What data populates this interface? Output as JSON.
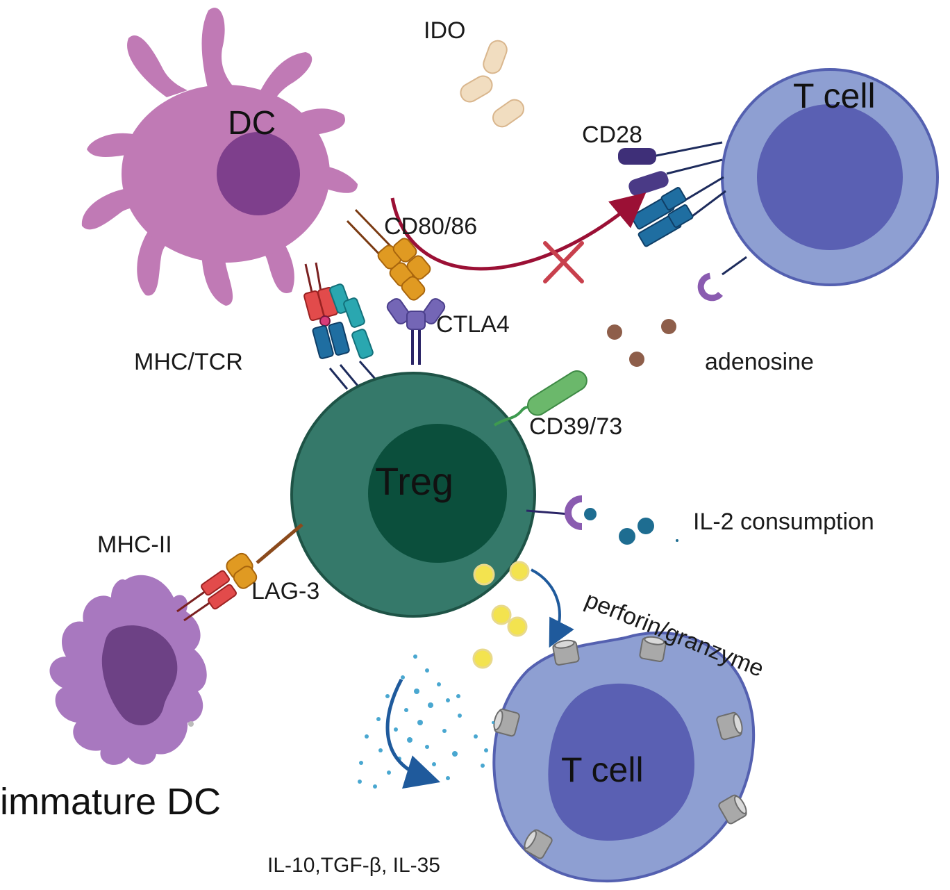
{
  "labels": {
    "ido": "IDO",
    "dc": "DC",
    "t_cell_top": "T cell",
    "cd28": "CD28",
    "cd80_86": "CD80/86",
    "ctla4": "CTLA4",
    "mhc_tcr": "MHC/TCR",
    "adenosine": "adenosine",
    "cd39_73": "CD39/73",
    "treg": "Treg",
    "il2": "IL-2 consumption",
    "mhc_ii": "MHC-II",
    "lag3": "LAG-3",
    "perforin": "perforin/granzyme",
    "t_cell_bottom": "T cell",
    "immature_dc": "immature DC",
    "cytokines": "IL-10,TGF-β,  IL-35"
  },
  "colors": {
    "dc_body": "#c07ab5",
    "dc_nucleus": "#7e3f8c",
    "imm_dc_body": "#a878bf",
    "imm_dc_nucleus": "#6d4185",
    "t_cell_body": "#8e9fd2",
    "t_cell_border": "#5460b0",
    "t_cell_nucleus": "#5a60b3",
    "treg_body": "#35796a",
    "treg_border": "#1e5346",
    "treg_nucleus": "#0b4f3c",
    "arrow_red": "#9b1035",
    "arrow_blue": "#1f5a9c",
    "ido": "#f1ddc0",
    "adenosine": "#8e5e4a",
    "il2": "#1e6d91",
    "granule": "#f3e34f",
    "cytokine_dot": "#49a7d0",
    "pore": "#a9a9a9"
  }
}
